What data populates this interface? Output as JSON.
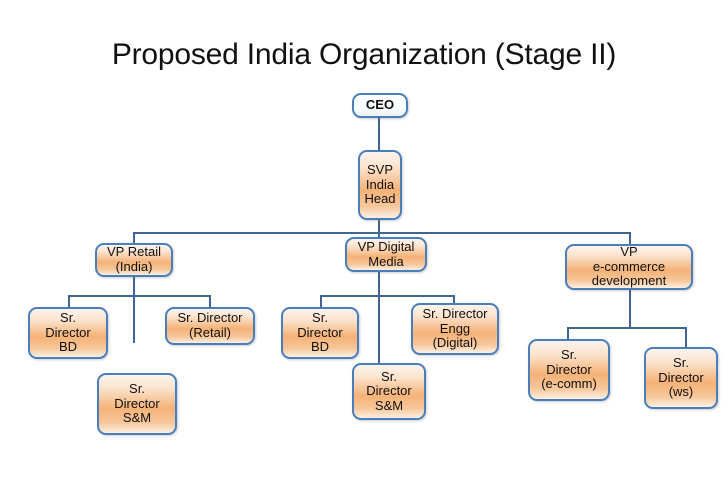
{
  "page": {
    "title": "Proposed India Organization (Stage II)",
    "background_color": "#ffffff",
    "box_border_color": "#4a7ebb",
    "box_fill_accent": "#f5b277",
    "connector_color": "#40668f",
    "text_color": "#101010"
  },
  "org_chart": {
    "type": "organization-chart",
    "root": "ceo",
    "nodes": [
      {
        "id": "ceo",
        "label": "CEO",
        "level": 0,
        "parent": null,
        "style": "plain"
      },
      {
        "id": "svp-india-head",
        "label": "SVP\nIndia\nHead",
        "level": 1,
        "parent": "ceo",
        "style": "gradient"
      },
      {
        "id": "vp-retail",
        "label": "VP Retail\n(India)",
        "level": 2,
        "parent": "svp-india-head",
        "style": "gradient"
      },
      {
        "id": "vp-digital",
        "label": "VP Digital\nMedia",
        "level": 2,
        "parent": "svp-india-head",
        "style": "gradient"
      },
      {
        "id": "vp-ecommerce",
        "label": "VP\ne-commerce\ndevelopment",
        "level": 2,
        "parent": "svp-india-head",
        "style": "gradient"
      },
      {
        "id": "retail-bd",
        "label": "Sr.\nDirector\nBD",
        "level": 3,
        "parent": "vp-retail",
        "style": "gradient"
      },
      {
        "id": "retail-retail",
        "label": "Sr. Director\n(Retail)",
        "level": 3,
        "parent": "vp-retail",
        "style": "gradient"
      },
      {
        "id": "retail-sm",
        "label": "Sr.\nDirector\nS&M",
        "level": 3,
        "parent": "vp-retail",
        "style": "gradient"
      },
      {
        "id": "digital-bd",
        "label": "Sr.\nDirector\nBD",
        "level": 3,
        "parent": "vp-digital",
        "style": "gradient"
      },
      {
        "id": "digital-engg",
        "label": "Sr. Director\nEngg\n(Digital)",
        "level": 3,
        "parent": "vp-digital",
        "style": "gradient"
      },
      {
        "id": "digital-sm",
        "label": "Sr.\nDirector\nS&M",
        "level": 3,
        "parent": "vp-digital",
        "style": "gradient"
      },
      {
        "id": "ecom-ecomm",
        "label": "Sr.\nDirector\n(e-comm)",
        "level": 3,
        "parent": "vp-ecommerce",
        "style": "gradient"
      },
      {
        "id": "ecom-ws",
        "label": "Sr.\nDirector\n(ws)",
        "level": 3,
        "parent": "vp-ecommerce",
        "style": "gradient"
      }
    ]
  }
}
